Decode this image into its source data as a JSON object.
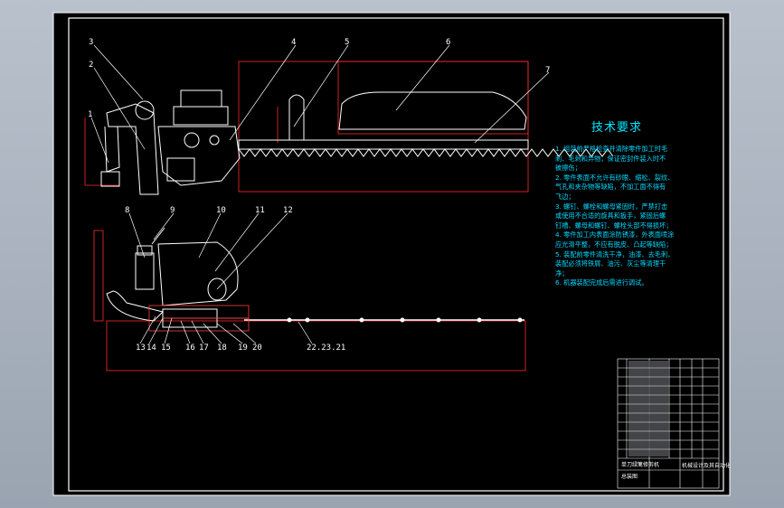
{
  "tech": {
    "title": "技术要求",
    "items": [
      "1. 组装前严格检查并清除零件加工时毛",
      "刺、毛刺和异物，保证密封件装入时不",
      "被擦伤；",
      "2. 零件表面不允许有砂眼、缩松、裂纹、",
      "气孔和夹杂物等缺陷，不加工面不得有",
      "飞边；",
      "3. 螺钉、螺栓和螺母紧固时，严禁打击",
      "或使用不合适的旋具和扳手，紧固后螺",
      "钉槽、螺母和螺钉、螺栓头部不得损坏；",
      "4. 零件加工内表面涂防锈漆，外表面喷涂",
      "应光滑平整，不应有脱皮、凸起等缺陷；",
      "5. 装配前零件清洗干净，油漆、去毛刺，",
      "装配必须将铁屑、油污、灰尘等清理干",
      "净；",
      "6. 机器装配完成后需进行调试。"
    ]
  },
  "callouts_top": [
    "3",
    "2",
    "1",
    "4",
    "5",
    "6",
    "7"
  ],
  "callouts_bottom": [
    "8",
    "9",
    "10",
    "11",
    "12",
    "13",
    "14",
    "15",
    "16",
    "17",
    "18",
    "19",
    "20",
    "22.23.21"
  ],
  "title_block": {
    "name": "单刀绿篱修剪机",
    "drawing": "总装图",
    "school": "机械设计及其自动化"
  }
}
